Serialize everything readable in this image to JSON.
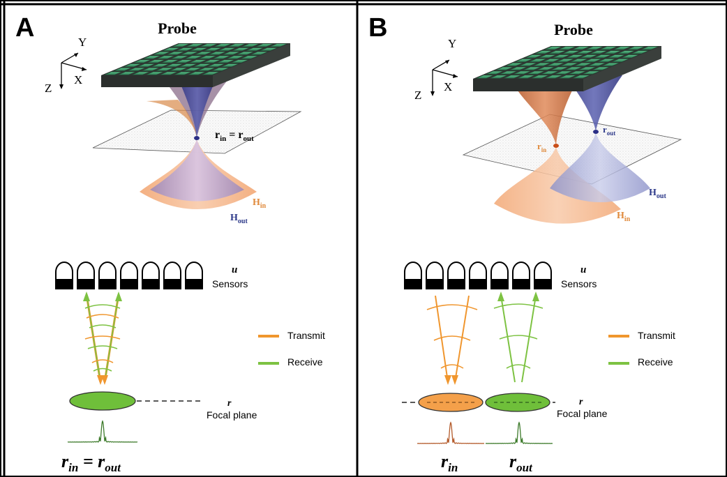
{
  "panels": [
    {
      "letter": "A",
      "probe_title": "Probe",
      "axes": {
        "y": "Y",
        "x": "X",
        "z": "Z"
      },
      "focus_label": "r",
      "focus_label_sub": "in",
      "focus_label_mid": " = r",
      "focus_label_sub2": "out",
      "h_in": "H",
      "h_in_sub": "in",
      "h_out": "H",
      "h_out_sub": "out",
      "sensor_var": "u",
      "sensor_label": "Sensors",
      "legend_transmit": "Transmit",
      "legend_receive": "Receive",
      "focal_var": "r",
      "focal_label": "Focal plane",
      "bottom_eq_main": "r",
      "bottom_eq_sub1": "in",
      "bottom_eq_mid": " = r",
      "bottom_eq_sub2": "out"
    },
    {
      "letter": "B",
      "probe_title": "Probe",
      "axes": {
        "y": "Y",
        "x": "X",
        "z": "Z"
      },
      "r_in": "r",
      "r_in_sub": "in",
      "r_out": "r",
      "r_out_sub": "out",
      "h_out": "H",
      "h_out_sub": "out",
      "h_in": "H",
      "h_in_sub": "in",
      "sensor_var": "u",
      "sensor_label": "Sensors",
      "legend_transmit": "Transmit",
      "legend_receive": "Receive",
      "focal_var": "r",
      "focal_label": "Focal plane",
      "bottom_left": "r",
      "bottom_left_sub": "in",
      "bottom_right": "r",
      "bottom_right_sub": "out"
    }
  ],
  "colors": {
    "transmit": "#f0962e",
    "receive": "#7dc242",
    "h_in_label": "#e08a3c",
    "h_out_label": "#2e3a8a",
    "probe_tile": "#3a9a6a",
    "probe_body": "#3a3f3c",
    "focal_green": "#6fbf3a",
    "focal_orange": "#f4a04a"
  }
}
